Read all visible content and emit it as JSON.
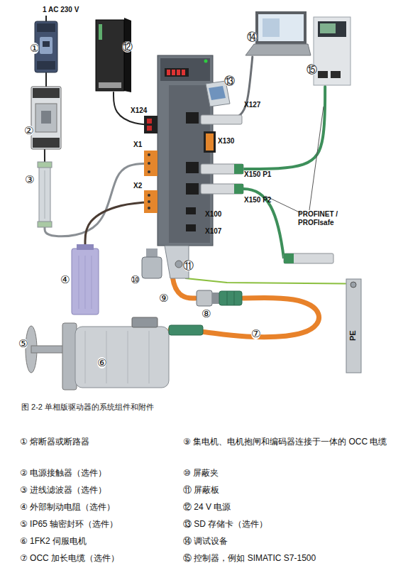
{
  "diagram": {
    "caption": "图 2-2 单相版驱动器的系统组件和附件",
    "nodes": [
      {
        "text": [
          "①"
        ]
      },
      {
        "text": [
          "②"
        ]
      },
      {
        "text": [
          "③"
        ]
      },
      {
        "text": [
          "④"
        ]
      },
      {
        "text": [
          "⑫"
        ]
      },
      {
        "text": [
          "X124",
          "X1",
          "X2",
          "X127",
          "X130",
          "X150 P1",
          "X150 P2",
          "X100",
          "X107"
        ]
      },
      {
        "text": [
          "⑬"
        ]
      },
      {
        "text": [
          "⑭"
        ]
      },
      {
        "text": [
          "⑮"
        ]
      },
      {
        "text": [
          "⑧"
        ]
      },
      {
        "text": [
          "PE"
        ]
      },
      {
        "text": [
          "⑥"
        ]
      }
    ],
    "edges": [
      {
        "from": 0,
        "to": 1,
        "arrow": "none"
      },
      {
        "from": 1,
        "to": 2,
        "arrow": "none"
      },
      {
        "from": 2,
        "to": 5,
        "arrow": "none"
      },
      {
        "from": 4,
        "to": 5,
        "arrow": "none"
      },
      {
        "from": 3,
        "to": 5,
        "arrow": "none"
      },
      {
        "from": 7,
        "to": 5,
        "arrow": "none"
      },
      {
        "from": 8,
        "to": 5,
        "arrow": "none"
      },
      {
        "from": 5,
        "to": 9,
        "label": "⑨",
        "arrow": "none"
      },
      {
        "from": 9,
        "to": 11,
        "label": "⑦",
        "arrow": "none"
      },
      {
        "from": 5,
        "to": 10,
        "arrow": "none"
      }
    ],
    "labels": [
      "1 AC 230 V",
      "⑤",
      "⑩",
      "⑪",
      "PROFINET / PROFIsafe"
    ],
    "legend": [
      {
        "text": "① 熔断器或断路器"
      },
      {
        "text": "② 电源接触器（选件）"
      },
      {
        "text": "③ 进线滤波器（选件）"
      },
      {
        "text": "④ 外部制动电阻（选件）"
      },
      {
        "text": "⑤ IP65 轴密封环（选件）"
      },
      {
        "text": "⑥ 1FK2 伺服电机"
      },
      {
        "text": "⑦ OCC 加长电缆（选件）"
      },
      {
        "text": "⑨ 集电机、电机抱闸和编码器连接于一体的 OCC 电缆"
      },
      {
        "text": "⑩ 屏蔽夹"
      },
      {
        "text": "⑪ 屏蔽板"
      },
      {
        "text": "⑫ 24 V 电源"
      },
      {
        "text": "⑬ SD 存储卡（选件）"
      },
      {
        "text": "⑭ 调试设备"
      },
      {
        "text": "⑮ 控制器，例如 SIMATIC S7-1500"
      }
    ]
  }
}
